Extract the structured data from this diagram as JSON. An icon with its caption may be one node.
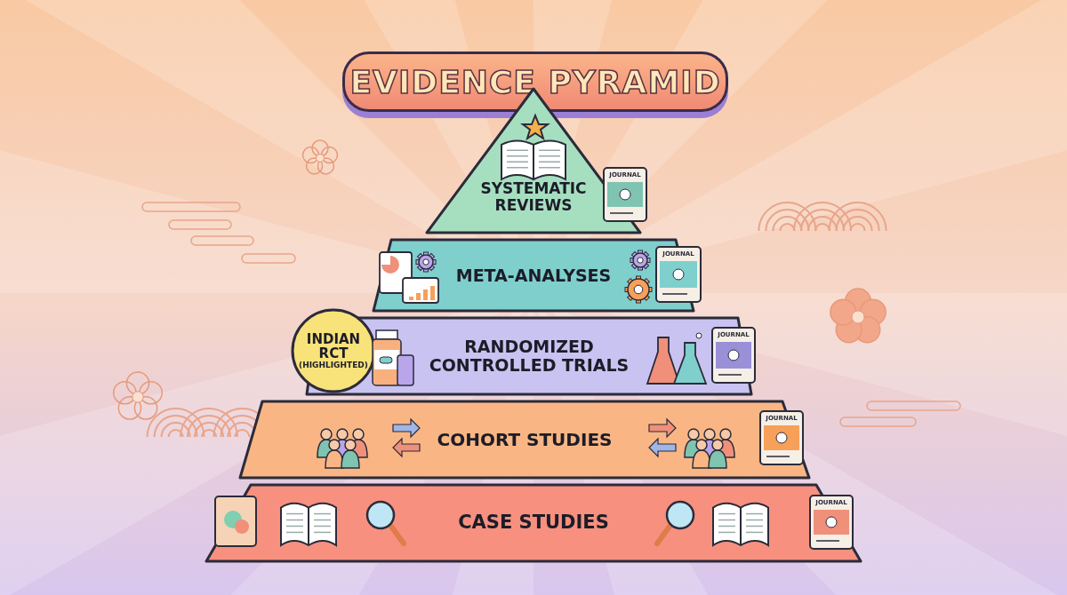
{
  "diagram": {
    "title": "EVIDENCE PYRAMID",
    "nodes": [
      {
        "text": [
          "SYSTEMATIC REVIEWS"
        ]
      },
      {
        "text": [
          "META-ANALYSES"
        ]
      },
      {
        "text": [
          "RANDOMIZED CONTROLLED TRIALS"
        ]
      },
      {
        "text": [
          "COHORT STUDIES"
        ]
      },
      {
        "text": [
          "CASE STUDIES"
        ]
      },
      {
        "text": [
          "INDIAN RCT",
          "(HIGHLIGHTED)"
        ]
      }
    ],
    "labels": [
      "JOURNAL",
      "JOURNAL",
      "JOURNAL",
      "JOURNAL",
      "JOURNAL"
    ]
  }
}
